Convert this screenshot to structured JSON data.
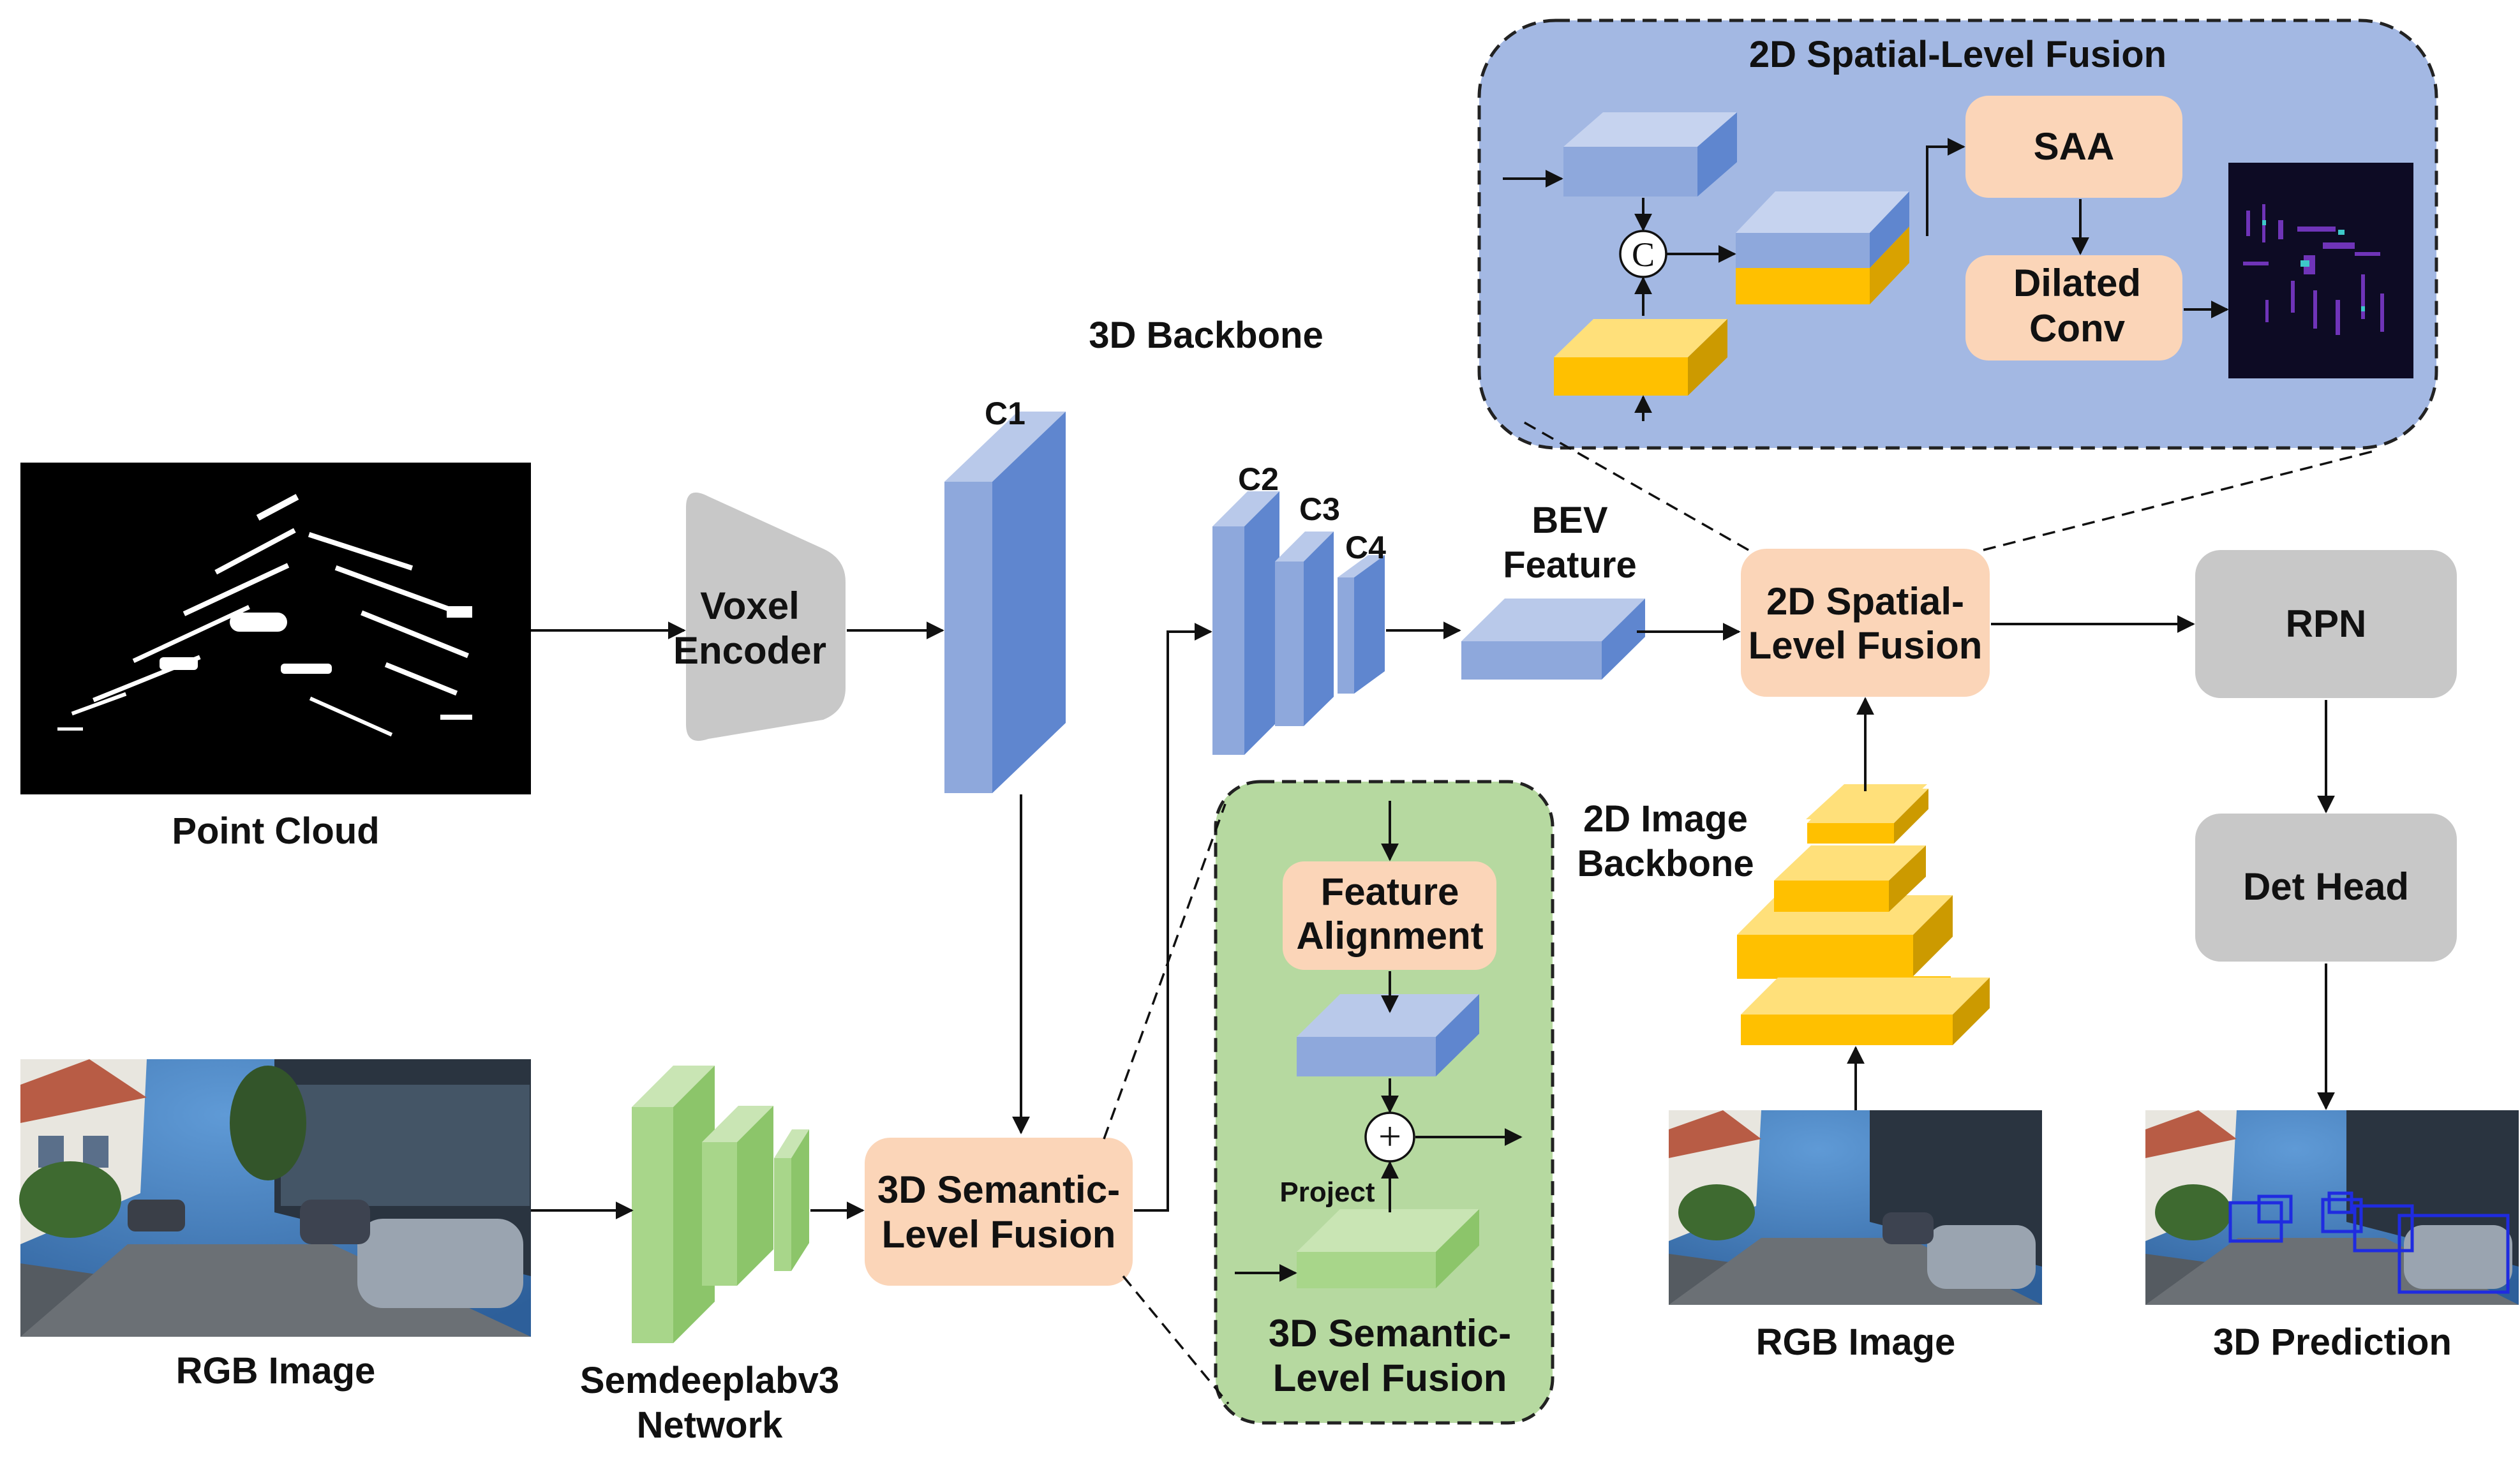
{
  "inputs": {
    "point_cloud": "Point Cloud",
    "rgb_image_left": "RGB Image",
    "rgb_image_right": "RGB Image",
    "prediction": "3D Prediction"
  },
  "modules": {
    "voxel_encoder": [
      "Voxel",
      "Encoder"
    ],
    "backbone_3d": "3D Backbone",
    "c1": "C1",
    "c2": "C2",
    "c3": "C3",
    "c4": "C4",
    "bev_feature": [
      "BEV",
      "Feature"
    ],
    "spatial_fusion": [
      "2D Spatial-",
      "Level Fusion"
    ],
    "rpn": "RPN",
    "det_head": "Det Head",
    "semantic_fusion": [
      "3D Semantic-",
      "Level Fusion"
    ],
    "semdeeplab": [
      "Semdeeplabv3",
      "Network"
    ],
    "image_backbone": [
      "2D Image",
      "Backbone"
    ]
  },
  "spatial_panel": {
    "title": "2D Spatial-Level Fusion",
    "saa": "SAA",
    "dilated_conv": [
      "Dilated",
      "Conv"
    ],
    "concat_symbol": "C"
  },
  "semantic_panel": {
    "feature_alignment": [
      "Feature",
      "Alignment"
    ],
    "project": "Project",
    "add_symbol": "+",
    "title": [
      "3D Semantic-",
      "Level Fusion"
    ]
  },
  "colors": {
    "blue_front": "#8ea8dc",
    "blue_side": "#5f86cf",
    "blue_top": "#b9c9ea",
    "yellow_front": "#ffc000",
    "yellow_top": "#ffe07a",
    "green_front": "#8cc56a",
    "green_top": "#c9e5b4",
    "peach": "#fbd5b8",
    "gray": "#c8c8c8",
    "panel_blue": "#a3b8e3",
    "panel_green": "#b6d9a0"
  }
}
